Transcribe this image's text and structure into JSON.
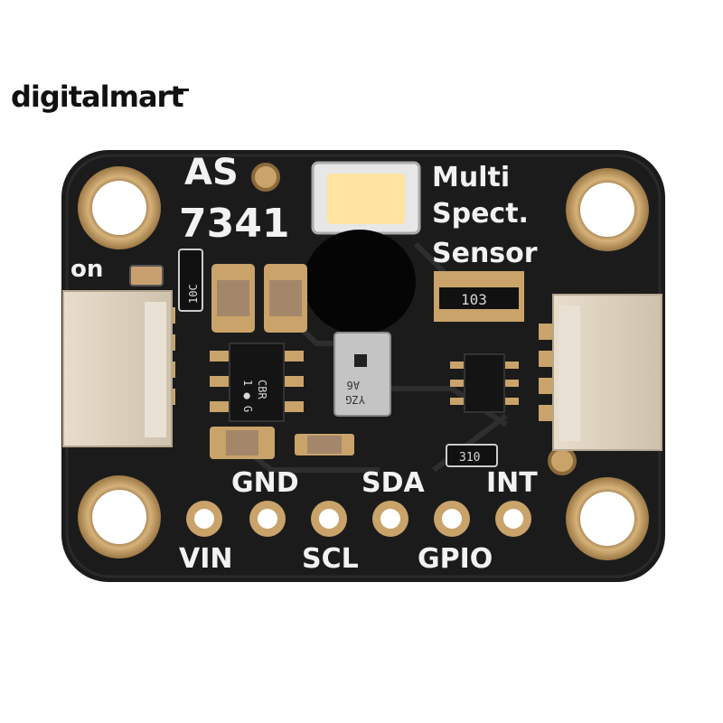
{
  "watermark": "digitalmart",
  "board": {
    "model_top": "AS",
    "model_bottom": "7341",
    "title_line1": "Multi",
    "title_line2": "Spect.",
    "title_line3": "Sensor",
    "power_label": "on",
    "resistor_code": "103",
    "small_part_1": "10C",
    "small_part_2": "310",
    "chip1_line1": "CBR",
    "chip1_line2": "1 ● G",
    "chip2_line1": "A6",
    "chip2_line2": "YZG",
    "pins_top": [
      "GND",
      "SDA",
      "INT"
    ],
    "pins_bottom": [
      "VIN",
      "SCL",
      "GPIO"
    ]
  },
  "colors": {
    "pcb": "#1a1a1a",
    "gold": "#c9a36a",
    "connector": "#ddd2c0",
    "led": "#ffe3a0"
  }
}
